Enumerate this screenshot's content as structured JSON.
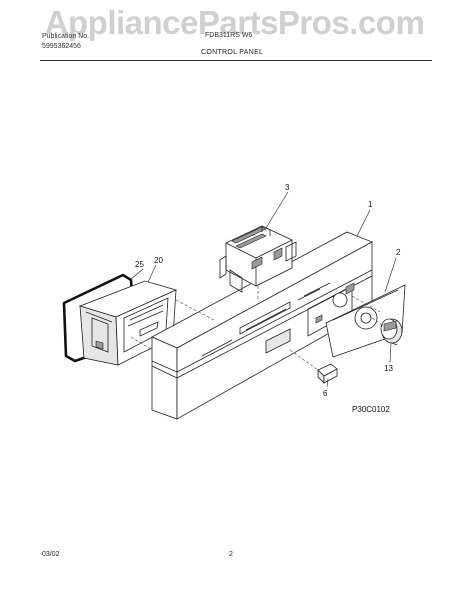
{
  "watermark": "AppliancePartsPros.com",
  "header": {
    "line1": "Publication No.",
    "line2": "5995362456",
    "model": "FDB311RS W6",
    "section_title": "CONTROL PANEL"
  },
  "callouts": [
    "1",
    "2",
    "3",
    "6",
    "13",
    "20",
    "25"
  ],
  "diagram_code": "P30C0102",
  "footer": {
    "date": "03/02",
    "page": "2"
  }
}
